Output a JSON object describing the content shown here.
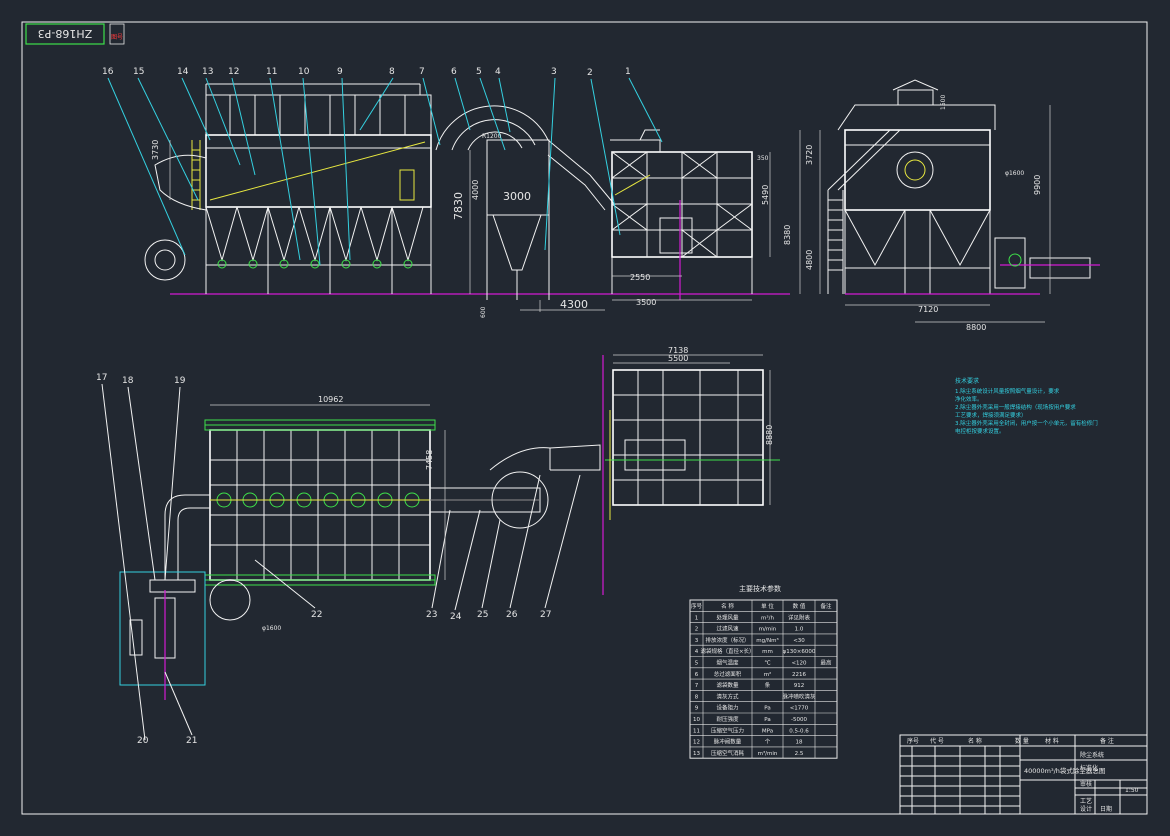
{
  "drawing": {
    "code": "ZH168-P3",
    "stamp": "图号"
  },
  "top_view": {
    "callouts": [
      "16",
      "15",
      "14",
      "13",
      "12",
      "11",
      "10",
      "9",
      "8",
      "7",
      "6",
      "5",
      "4",
      "3",
      "2",
      "1"
    ],
    "dims": {
      "d3730": "3730",
      "d4000": "4000",
      "d7830": "7830",
      "d3000": "3000",
      "d4300": "4300",
      "d600": "600",
      "d2550": "2550",
      "d3500": "3500",
      "d5490": "5490",
      "d350": "350",
      "dR1200": "R1200",
      "d8380": "8380",
      "d3720": "3720",
      "d4800": "4800",
      "d7120": "7120",
      "d9900": "9900",
      "d1500": "1500",
      "d1600": "φ1600",
      "d8800": "8800"
    }
  },
  "bottom_view": {
    "callouts": [
      "17",
      "18",
      "19",
      "20",
      "21",
      "22",
      "23",
      "24",
      "25",
      "26",
      "27"
    ],
    "dims": {
      "d10962": "10962",
      "d7458": "7458",
      "d7138": "7138",
      "d5500": "5500",
      "d8880": "8880",
      "d2600": "φ1600"
    }
  },
  "tech_notes": {
    "title": "技术要求",
    "lines": [
      "1.除尘系统设计风量按照烟气量设计，要求",
      "   净化效率。",
      "2.除尘器外壳采用一般焊接结构（现场按用户要求",
      "   工艺要求，焊接须满足要求）",
      "3.除尘器外壳采用全封闭，用户按一个小单元，留有检修门",
      "   电控柜按要求设置。"
    ]
  },
  "param_table": {
    "title": "主要技术参数",
    "headers": [
      "序号",
      "名 称",
      "单 位",
      "数 值",
      "备注"
    ],
    "rows": [
      [
        "1",
        "处理风量",
        "m³/h",
        "详见附表",
        ""
      ],
      [
        "2",
        "过滤风速",
        "m/min",
        "1.0",
        ""
      ],
      [
        "3",
        "排放浓度（标况）",
        "mg/Nm³",
        "<30",
        ""
      ],
      [
        "4",
        "滤袋规格（直径×长）",
        "mm",
        "φ130×6000",
        ""
      ],
      [
        "5",
        "烟气温度",
        "℃",
        "<120",
        "最高"
      ],
      [
        "6",
        "总过滤面积",
        "m²",
        "2216",
        ""
      ],
      [
        "7",
        "滤袋数量",
        "条",
        "912",
        ""
      ],
      [
        "8",
        "清灰方式",
        "",
        "脉冲喷吹清灰",
        ""
      ],
      [
        "9",
        "设备阻力",
        "Pa",
        "<1770",
        ""
      ],
      [
        "10",
        "耐压强度",
        "Pa",
        "-5000",
        ""
      ],
      [
        "11",
        "压缩空气压力",
        "MPa",
        "0.5-0.6",
        ""
      ],
      [
        "12",
        "脉冲阀数量",
        "个",
        "18",
        ""
      ],
      [
        "13",
        "压缩空气消耗",
        "m³/min",
        "2.5",
        ""
      ]
    ]
  },
  "title_block": {
    "header": [
      "序号",
      "代 号",
      "名 称",
      "数 量",
      "材 料",
      "备 注"
    ],
    "drawing_title": "40000m³/h袋式除尘器总图",
    "side_labels": [
      "标准化",
      "审核",
      "工艺",
      "设计",
      "日期"
    ],
    "scale": "1:50",
    "project": "除尘系统"
  },
  "colors": {
    "background": "#222831",
    "frame": "#e6e6e6",
    "leader": "#34d0e0",
    "centerline": "#d21ad2",
    "hatch": "#e8e840",
    "valve": "#3ee04a",
    "stamp": "#ff3a3a"
  }
}
